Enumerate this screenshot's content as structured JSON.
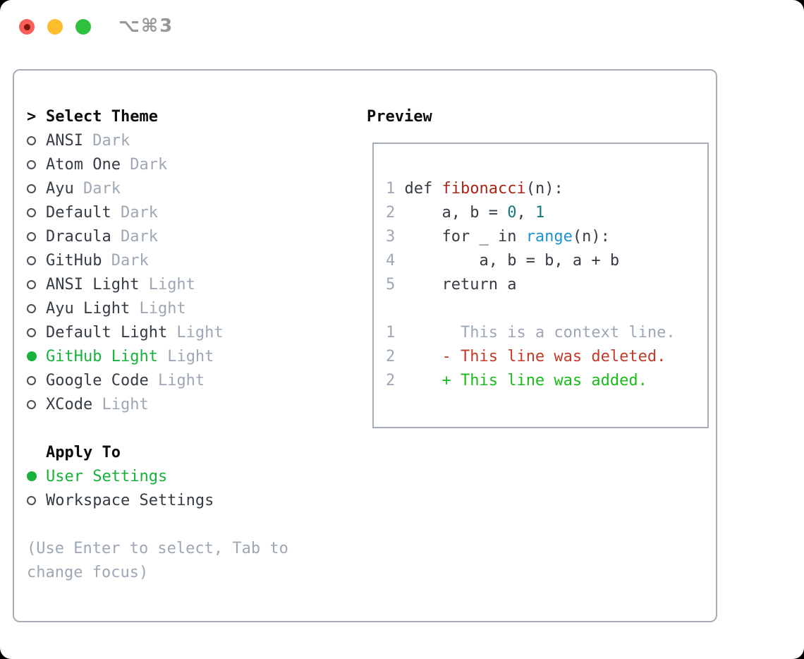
{
  "window": {
    "title": "⌥⌘3"
  },
  "markers": {
    "header_prefix": ">",
    "selected": "●",
    "unselected": "○"
  },
  "theme_panel": {
    "header_label": "Select Theme",
    "items": [
      {
        "label": "ANSI",
        "variant": "Dark",
        "selected": false
      },
      {
        "label": "Atom One",
        "variant": "Dark",
        "selected": false
      },
      {
        "label": "Ayu",
        "variant": "Dark",
        "selected": false
      },
      {
        "label": "Default",
        "variant": "Dark",
        "selected": false
      },
      {
        "label": "Dracula",
        "variant": "Dark",
        "selected": false
      },
      {
        "label": "GitHub",
        "variant": "Dark",
        "selected": false
      },
      {
        "label": "ANSI Light",
        "variant": "Light",
        "selected": false
      },
      {
        "label": "Ayu Light",
        "variant": "Light",
        "selected": false
      },
      {
        "label": "Default Light",
        "variant": "Light",
        "selected": false
      },
      {
        "label": "GitHub Light",
        "variant": "Light",
        "selected": true
      },
      {
        "label": "Google Code",
        "variant": "Light",
        "selected": false
      },
      {
        "label": "XCode",
        "variant": "Light",
        "selected": false
      }
    ],
    "apply_to": {
      "header": "Apply To",
      "options": [
        {
          "label": "User Settings",
          "selected": true
        },
        {
          "label": "Workspace Settings",
          "selected": false
        }
      ]
    },
    "hint_lines": [
      "(Use Enter to select, Tab to",
      "change focus)"
    ]
  },
  "preview": {
    "title": "Preview",
    "code_lines": [
      {
        "num": "1",
        "segments": [
          {
            "t": "def ",
            "c": "text"
          },
          {
            "t": "fibonacci",
            "c": "red"
          },
          {
            "t": "(n):",
            "c": "text"
          }
        ]
      },
      {
        "num": "2",
        "segments": [
          {
            "t": "    a, b = ",
            "c": "text"
          },
          {
            "t": "0",
            "c": "teal"
          },
          {
            "t": ", ",
            "c": "text"
          },
          {
            "t": "1",
            "c": "teal"
          }
        ]
      },
      {
        "num": "3",
        "segments": [
          {
            "t": "    for _ in ",
            "c": "text"
          },
          {
            "t": "range",
            "c": "blue"
          },
          {
            "t": "(n):",
            "c": "text"
          }
        ]
      },
      {
        "num": "4",
        "segments": [
          {
            "t": "        a, b = b, a + b",
            "c": "text"
          }
        ]
      },
      {
        "num": "5",
        "segments": [
          {
            "t": "    return a",
            "c": "text"
          }
        ]
      }
    ],
    "diff_lines": [
      {
        "num": "1",
        "sign": "",
        "text": "This is a context line.",
        "type": "context"
      },
      {
        "num": "2",
        "sign": "-",
        "text": "This line was deleted.",
        "type": "deleted"
      },
      {
        "num": "2",
        "sign": "+",
        "text": "This line was added.",
        "type": "added"
      }
    ]
  },
  "colors": {
    "accent_green": "#17b13b",
    "added_green": "#1abb1a",
    "deleted_red": "#c43a2b",
    "function_red": "#a92517",
    "number_teal": "#16777e",
    "builtin_blue": "#2191cf",
    "text_dark": "#363c44",
    "muted_gray": "#9ea8b4",
    "border_gray": "#a6adb9",
    "header_black": "#0b0d10",
    "title_gray": "#97989b",
    "marker_outline": "#4a515a",
    "traffic_red": "#f95f57",
    "traffic_yellow": "#fcbd2f",
    "traffic_green": "#2fc240"
  }
}
